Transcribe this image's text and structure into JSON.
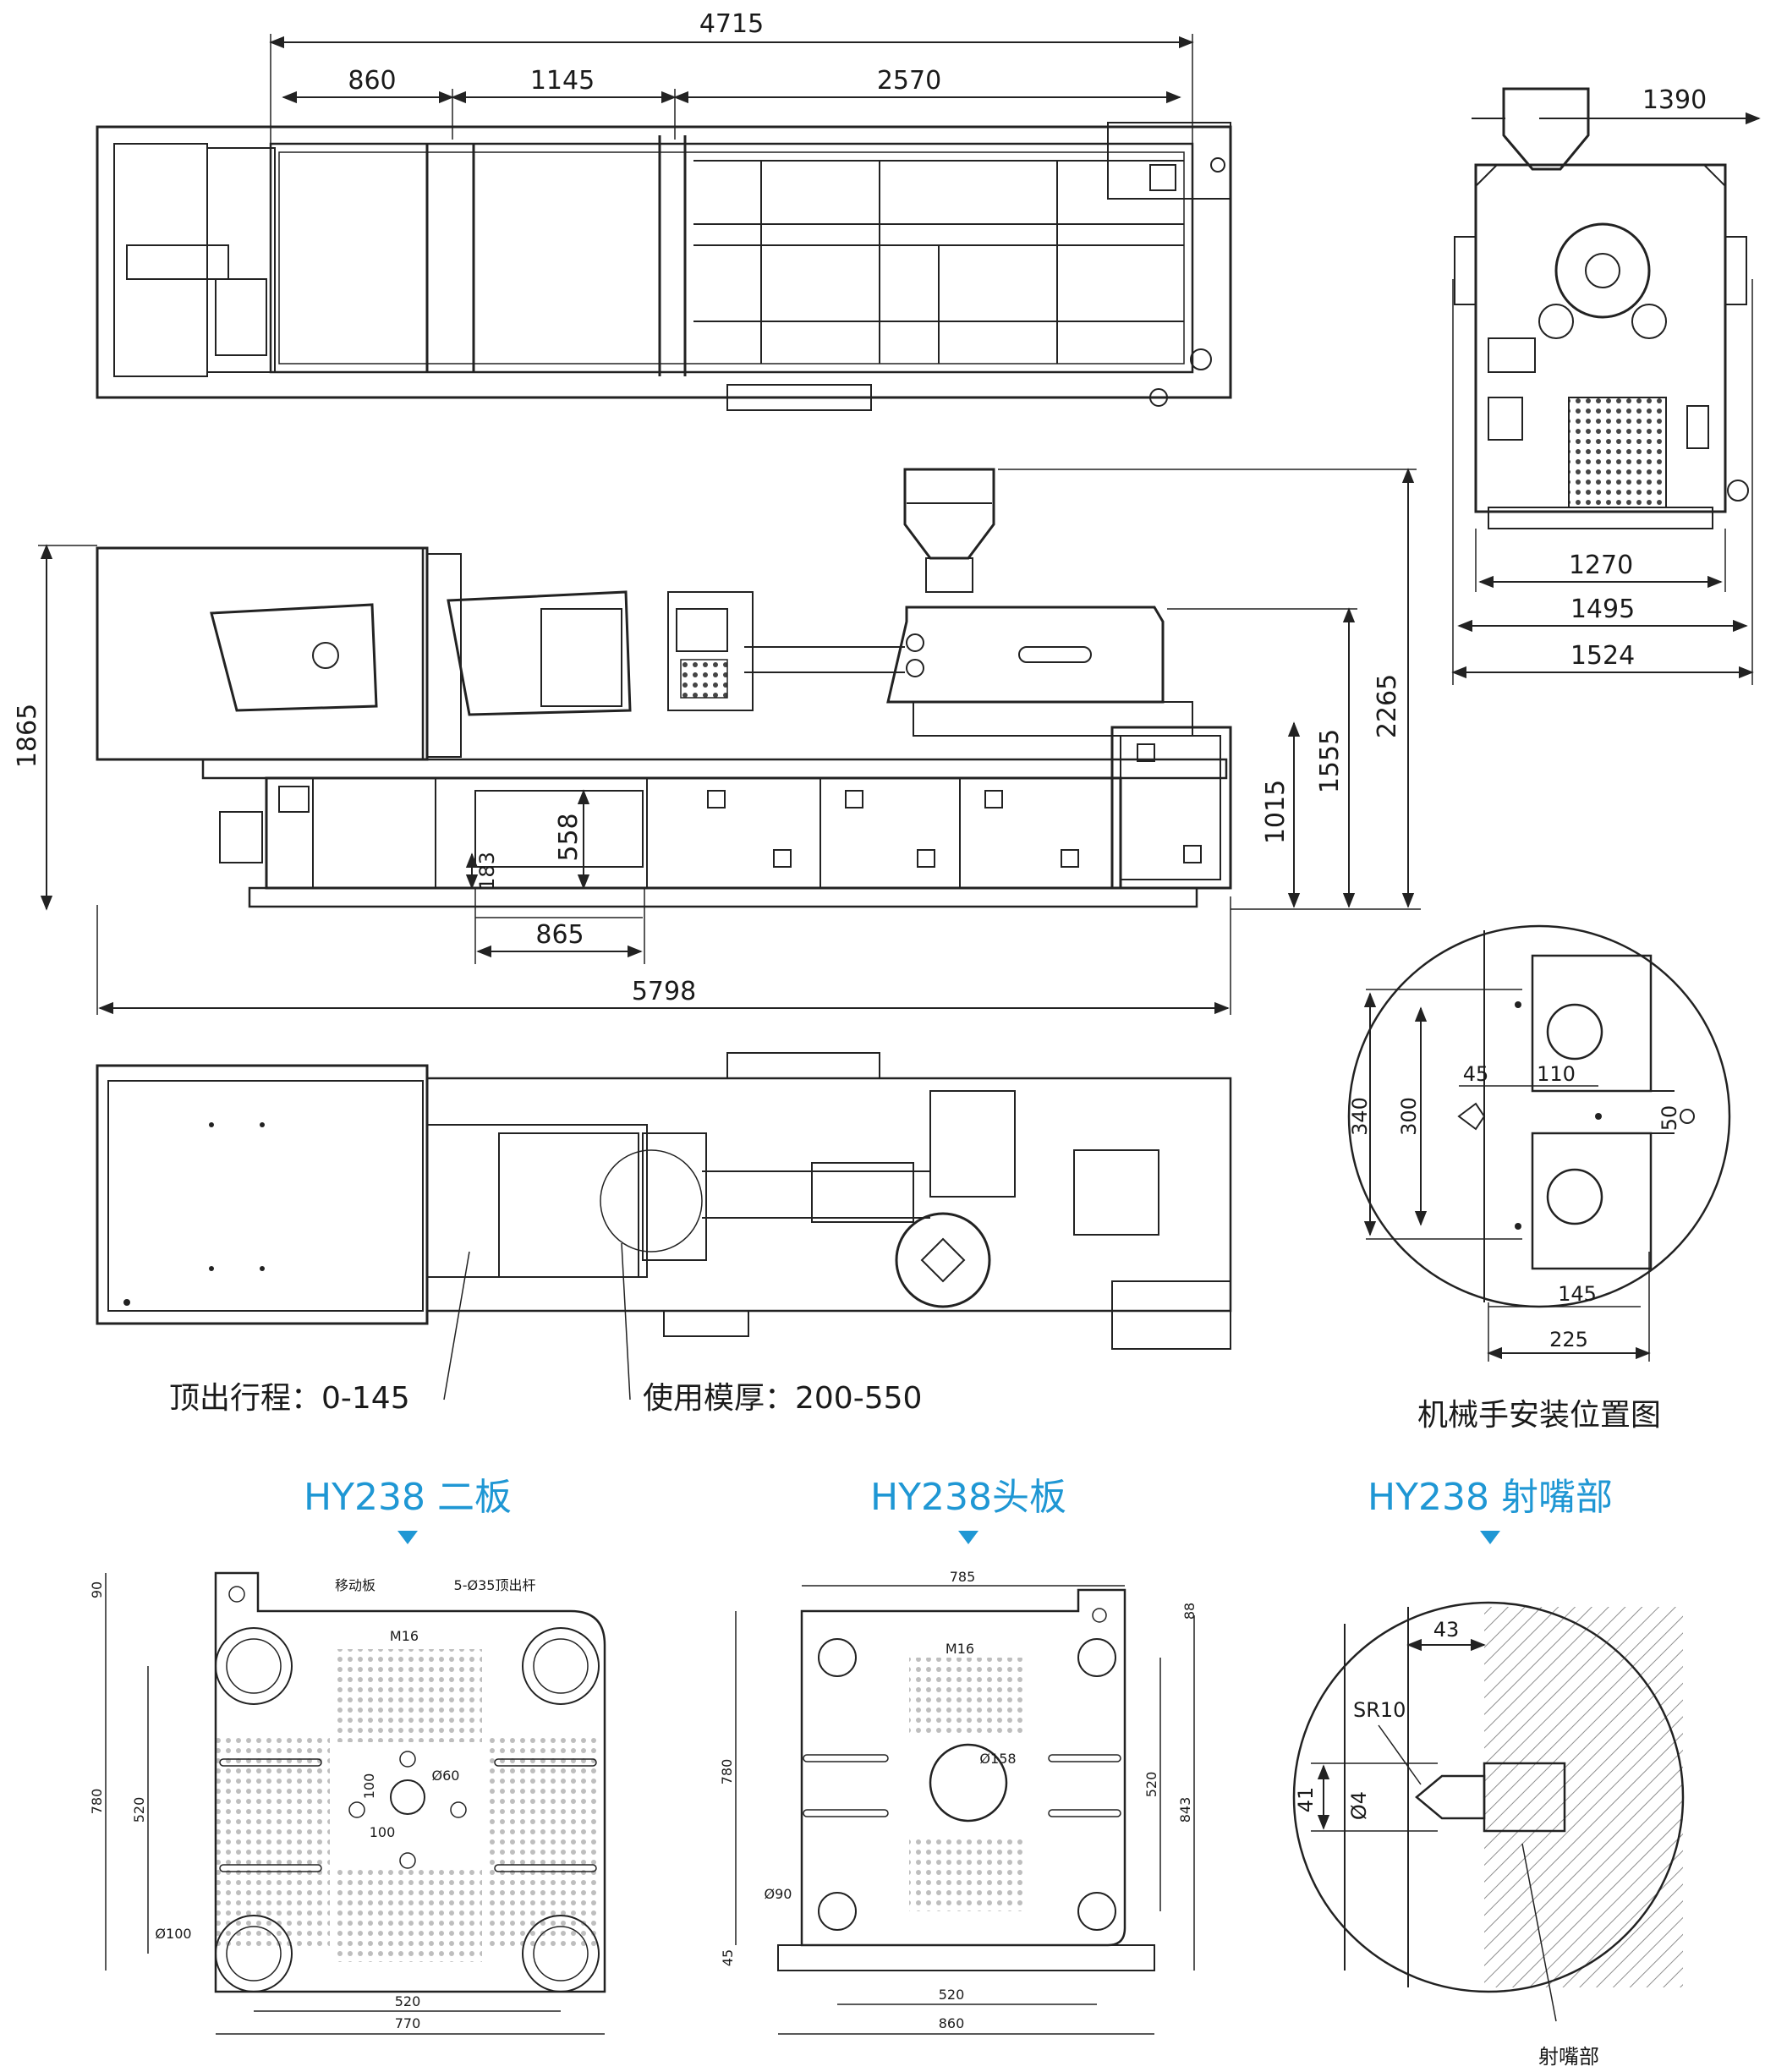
{
  "overall": {
    "top_total": "4715",
    "top_seg1": "860",
    "top_seg2": "1145",
    "top_seg3": "2570",
    "side_height": "1865",
    "side_total_height": "2265",
    "side_h_1555": "1555",
    "side_h_1015": "1015",
    "side_558": "558",
    "side_183": "183",
    "side_865": "865",
    "side_length": "5798"
  },
  "end_view": {
    "w1390": "1390",
    "w1270": "1270",
    "w1495": "1495",
    "w1524": "1524"
  },
  "plan_view": {
    "ejector_stroke_label": "顶出行程：0-145",
    "mold_thickness_label": "使用模厚：200-550"
  },
  "robot_mount": {
    "caption": "机械手安装位置图",
    "d340": "340",
    "d300": "300",
    "d45": "45",
    "d110": "110",
    "d50": "50",
    "d145": "145",
    "d225": "225"
  },
  "titles": {
    "second_plate": "HY238 二板",
    "head_plate": "HY238头板",
    "nozzle": "HY238 射嘴部"
  },
  "second_plate": {
    "label": "移动板",
    "ejector_note": "5-Ø35顶出杆",
    "m16": "M16",
    "phi60": "Ø60",
    "phi100": "Ø100",
    "d100a": "100",
    "d100b": "100",
    "d90": "90",
    "d780": "780",
    "d520v": "520",
    "d520h": "520",
    "d770": "770"
  },
  "head_plate": {
    "d785": "785",
    "d88": "88",
    "m16": "M16",
    "phi158": "Ø158",
    "phi90": "Ø90",
    "d780": "780",
    "d520v": "520",
    "d843": "843",
    "d45": "45",
    "d520h": "520",
    "d860": "860"
  },
  "nozzle": {
    "d43": "43",
    "sr10": "SR10",
    "d41": "41",
    "phi4": "Ø4",
    "label": "射嘴部"
  },
  "colors": {
    "title_blue": "#1f97d4",
    "line": "#222222"
  }
}
